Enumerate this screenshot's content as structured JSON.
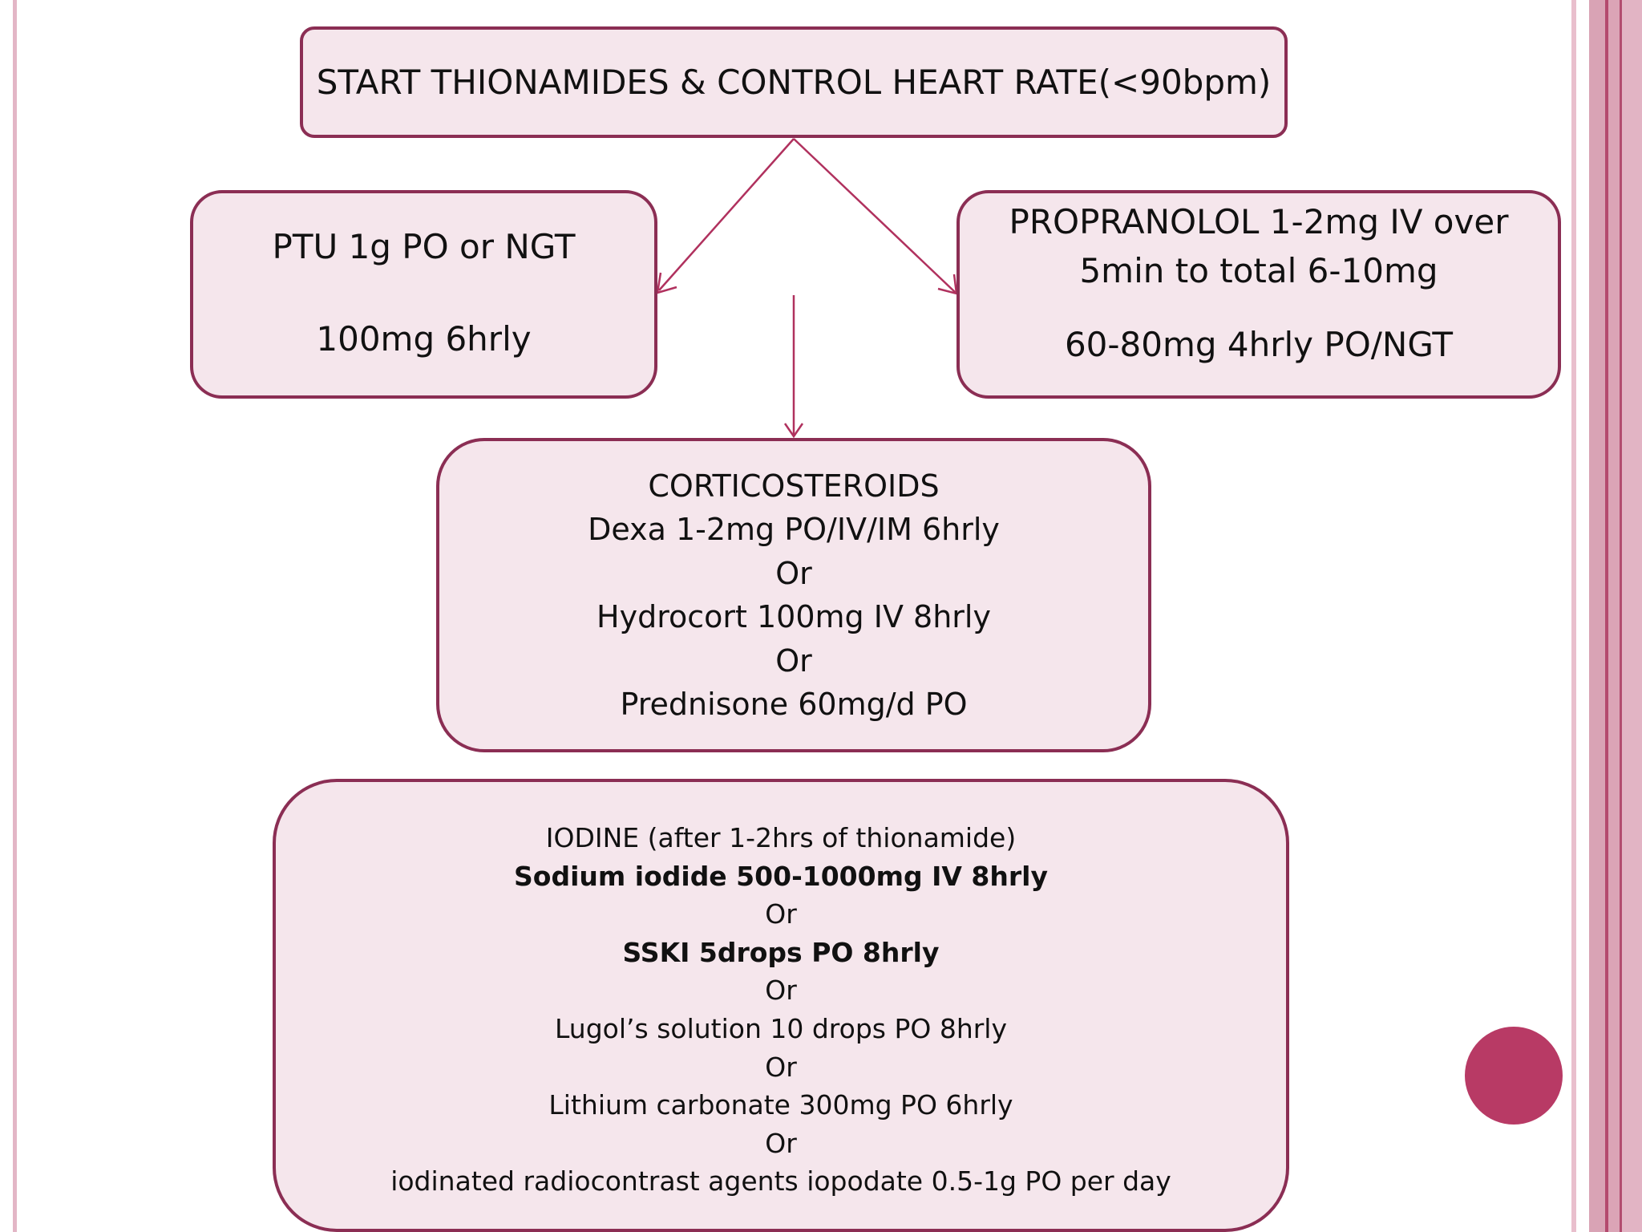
{
  "flowchart": {
    "top": {
      "text": "START THIONAMIDES & CONTROL HEART RATE(<90bpm)"
    },
    "ptu": {
      "dose_initial": "PTU 1g PO or NGT",
      "dose_maintenance": "100mg 6hrly"
    },
    "propranolol": {
      "line1": "PROPRANOLOL 1-2mg IV over",
      "line2": "5min to total 6-10mg",
      "dose_maintenance": "60-80mg 4hrly PO/NGT"
    },
    "corticosteroids": {
      "heading": "CORTICOSTEROIDS",
      "option1": "Dexa 1-2mg PO/IV/IM 6hrly",
      "or1": "Or",
      "option2": "Hydrocort 100mg IV 8hrly",
      "or2": "Or",
      "option3": "Prednisone 60mg/d PO"
    },
    "iodine": {
      "heading": "IODINE (after 1-2hrs of thionamide)",
      "option1": "Sodium iodide 500-1000mg IV 8hrly",
      "or1": "Or",
      "option2": "SSKI 5drops PO 8hrly",
      "or2": "Or",
      "option3": "Lugol’s solution 10 drops PO 8hrly",
      "or3": "Or",
      "option4": "Lithium carbonate 300mg PO 6hrly",
      "or4": "Or",
      "option5": "iodinated radiocontrast agents iopodate 0.5-1g PO per day"
    }
  },
  "colors": {
    "border": "#8b2e54",
    "box_fill": "#f5e6ec",
    "arrow": "#b0315e",
    "accent_circle": "#b83a65"
  }
}
